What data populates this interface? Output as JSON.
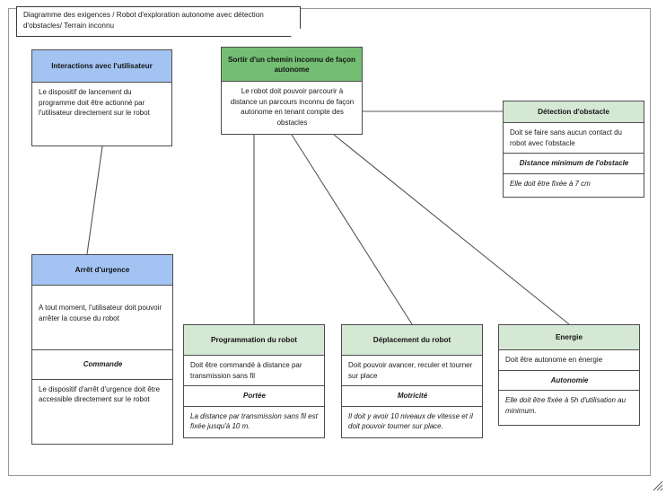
{
  "diagram": {
    "title": "Diagramme des exigences / Robot d'exploration autonome avec détection d'obstacles/ Terrain inconnu",
    "colors": {
      "header_blue": "#a3c4f3",
      "header_green": "#73be73",
      "header_light_green": "#d5e8d4",
      "border": "#4d4d4d",
      "link": "#555555",
      "frame": "#999999"
    },
    "blocks": {
      "interactions": {
        "title": "Interactions avec l'utilisateur",
        "rows": [
          "Le dispositif de lancement du programme doit être actionné par l'utilisateur directement sur le robot"
        ]
      },
      "sortir": {
        "title": "Sortir d'un chemin inconnu de façon autonome",
        "rows": [
          "Le robot doit pouvoir  parcourir à distance un parcours inconnu de façon autonome en tenant compte des obstacles"
        ]
      },
      "detection": {
        "title": "Détection d'obstacle",
        "rows": [
          "Doit se faire sans aucun contact du robot avec l'obstacle",
          "Distance minimum de l'obstacle",
          "Elle doit être fixée à 7 cm"
        ]
      },
      "arret": {
        "title": "Arrêt d'urgence",
        "rows": [
          "A tout moment, l'utilisateur doit pouvoir arrêter la course du robot",
          "Commande",
          "Le dispositif  d'arrêt d'urgence doit être accessible  directement sur le robot"
        ]
      },
      "programmation": {
        "title": "Programmation du robot",
        "rows": [
          "Doit être commandé à distance par transmission sans fil",
          "Portée",
          "La distance par transmission sans fil est fixée jusqu'à 10 m."
        ]
      },
      "deplacement": {
        "title": "Déplacement du robot",
        "rows": [
          "Doit pouvoir avancer, reculer et tourner sur place",
          "Motricité",
          "Il doit y avoir 10 niveaux de vitesse et il doit pouvoir tourner sur place."
        ]
      },
      "energie": {
        "title": "Energie",
        "rows": [
          "Doit être autonome en énergie",
          "Autonomie",
          "Elle doit être fixée à 5h d'utilisation au minimum."
        ]
      }
    }
  }
}
